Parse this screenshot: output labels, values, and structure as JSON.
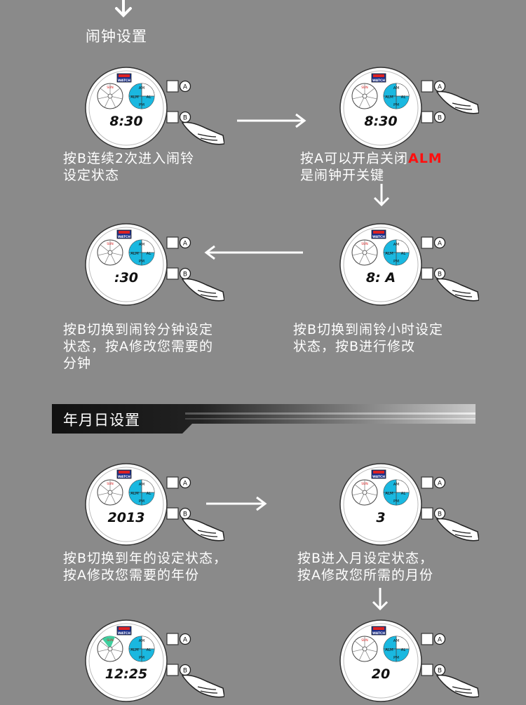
{
  "sections": {
    "alarm_title": "闹钟设置",
    "date_title": "年月日设置"
  },
  "buttons": {
    "a": "A",
    "b": "B"
  },
  "watch": {
    "brand_line": "WATCH",
    "am": "AM",
    "pm": "PM",
    "al": "AL",
    "alm": "ALM",
    "sun": "SUN"
  },
  "steps": [
    {
      "display": "8:30",
      "caption_l1": "按B连续2次进入闹铃",
      "caption_l2": "设定状态"
    },
    {
      "display": "8:30",
      "caption_l1": "按A可以开启关闭",
      "caption_alm": "ALM",
      "caption_l2": "是闹钟开关键"
    },
    {
      "display": ":30",
      "caption_l1": "按B切换到闹铃分钟设定",
      "caption_l2": "状态，按A修改您需要的",
      "caption_l3": "分钟"
    },
    {
      "display": "8: A",
      "caption_l1": "按B切换到闹铃小时设定",
      "caption_l2": "状态，按B进行修改"
    },
    {
      "display": "2013",
      "caption_l1": "按B切换到年的设定状态，",
      "caption_l2": "按A修改您需要的年份"
    },
    {
      "display": "3",
      "caption_l1": "按B进入月设定状态，",
      "caption_l2": "按A修改您所需的月份"
    },
    {
      "display": "12:25"
    },
    {
      "display": "20"
    }
  ],
  "colors": {
    "background": "#8a8a8a",
    "cyan": "#1ab8e0",
    "alarm_red": "#ff1010",
    "highlight_green": "#3fcf9f"
  }
}
